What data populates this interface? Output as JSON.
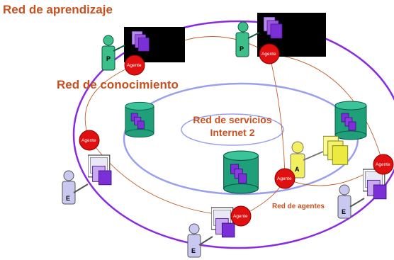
{
  "labels": {
    "learning_network": "Red de aprendizaje",
    "knowledge_network": "Red de conocimiento",
    "services_network": "Red de servicios",
    "internet2": "Internet 2",
    "agents_network": "Red de agentes"
  },
  "agent_label": "Agente",
  "roles": {
    "professor": "P",
    "student": "E",
    "agent": "A"
  },
  "colors": {
    "title": "#c8501e",
    "outer_ring": "#8a2be2",
    "inner_ring": "#9aa0ee",
    "agent_link": "#c0602a",
    "agent_node": "#e01010",
    "repository": "#1f9f7a",
    "document": "#7b2fd6",
    "professor": "#3dbf8a",
    "student": "#c8c8f0",
    "agent_person": "#f2f060"
  }
}
